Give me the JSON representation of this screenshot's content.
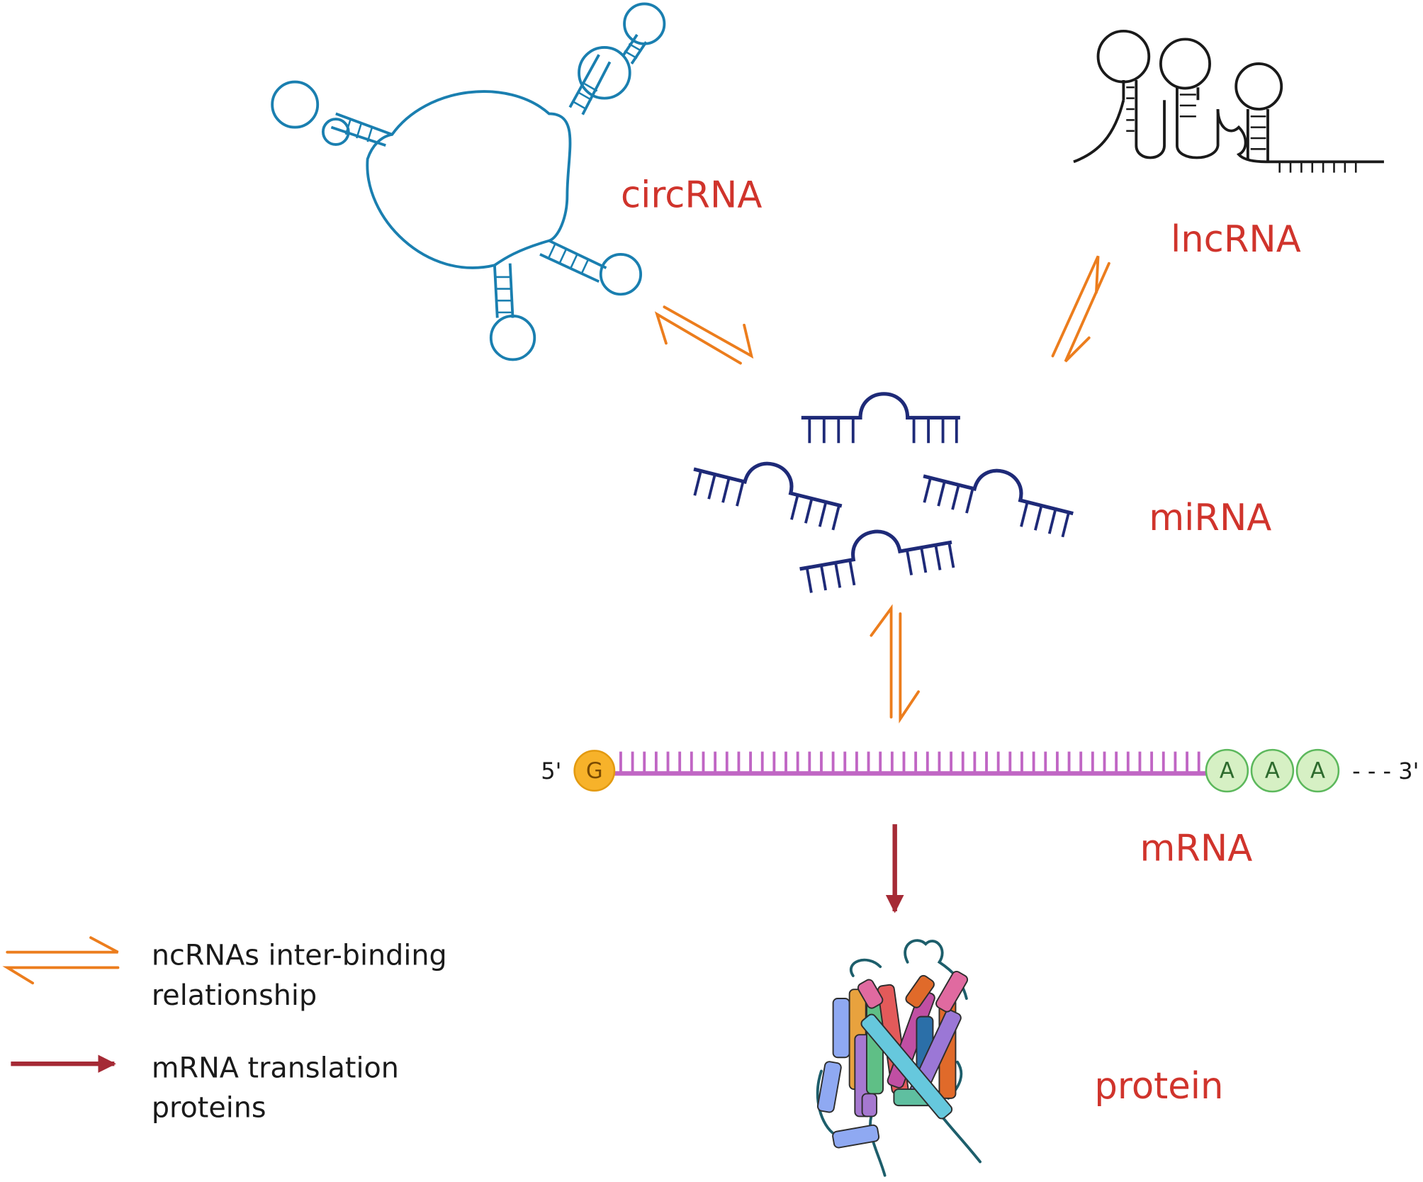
{
  "colors": {
    "label": "#d0342c",
    "equilibrium_arrow": "#ec7d1d",
    "translation_arrow": "#a52a35",
    "circrna": "#1a7fb0",
    "lncrna": "#1a1a1a",
    "mirna": "#1e2a78",
    "mrna_strand": "#c066c4",
    "cap_fill": "#f7b22a",
    "polya_fill": "#d6f0c4",
    "polya_stroke": "#5cb85c"
  },
  "nodes": {
    "circrna": "circRNA",
    "lncrna": "lncRNA",
    "mirna": "miRNA",
    "mrna": "mRNA",
    "protein": "protein"
  },
  "mrna": {
    "five_prime": "5'",
    "three_prime": "- - - 3'",
    "cap": "G",
    "polya": [
      "A",
      "A",
      "A"
    ]
  },
  "legend": [
    {
      "icon": "equilibrium-arrow-icon",
      "lines": [
        "ncRNAs  inter-binding",
        "relationship"
      ]
    },
    {
      "icon": "translation-arrow-icon",
      "lines": [
        "mRNA translation",
        "proteins"
      ]
    }
  ]
}
